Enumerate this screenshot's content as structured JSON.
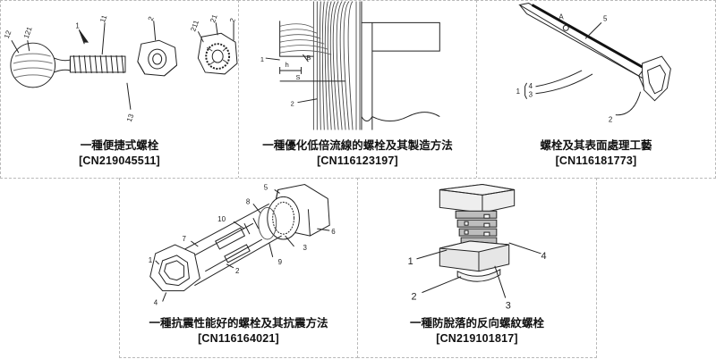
{
  "cards": [
    {
      "title": "一種便捷式螺栓",
      "number": "[CN219045511]",
      "labels": [
        "12",
        "121",
        "1",
        "11",
        "2",
        "211",
        "21",
        "2",
        "13"
      ]
    },
    {
      "title": "一種優化低倍流線的螺栓及其製造方法",
      "number": "[CN116123197]",
      "labels": [
        "1",
        "h",
        "B",
        "S",
        "2"
      ]
    },
    {
      "title": "螺栓及其表面處理工藝",
      "number": "[CN116181773]",
      "labels": [
        "A",
        "5",
        "1",
        "4",
        "3",
        "2"
      ]
    },
    {
      "title": "一種抗震性能好的螺栓及其抗震方法",
      "number": "[CN116164021]",
      "labels": [
        "5",
        "8",
        "10",
        "6",
        "7",
        "3",
        "1",
        "2",
        "9",
        "4"
      ]
    },
    {
      "title": "一種防脫落的反向螺紋螺栓",
      "number": "[CN219101817]",
      "labels": [
        "1",
        "4",
        "2",
        "3"
      ]
    }
  ]
}
